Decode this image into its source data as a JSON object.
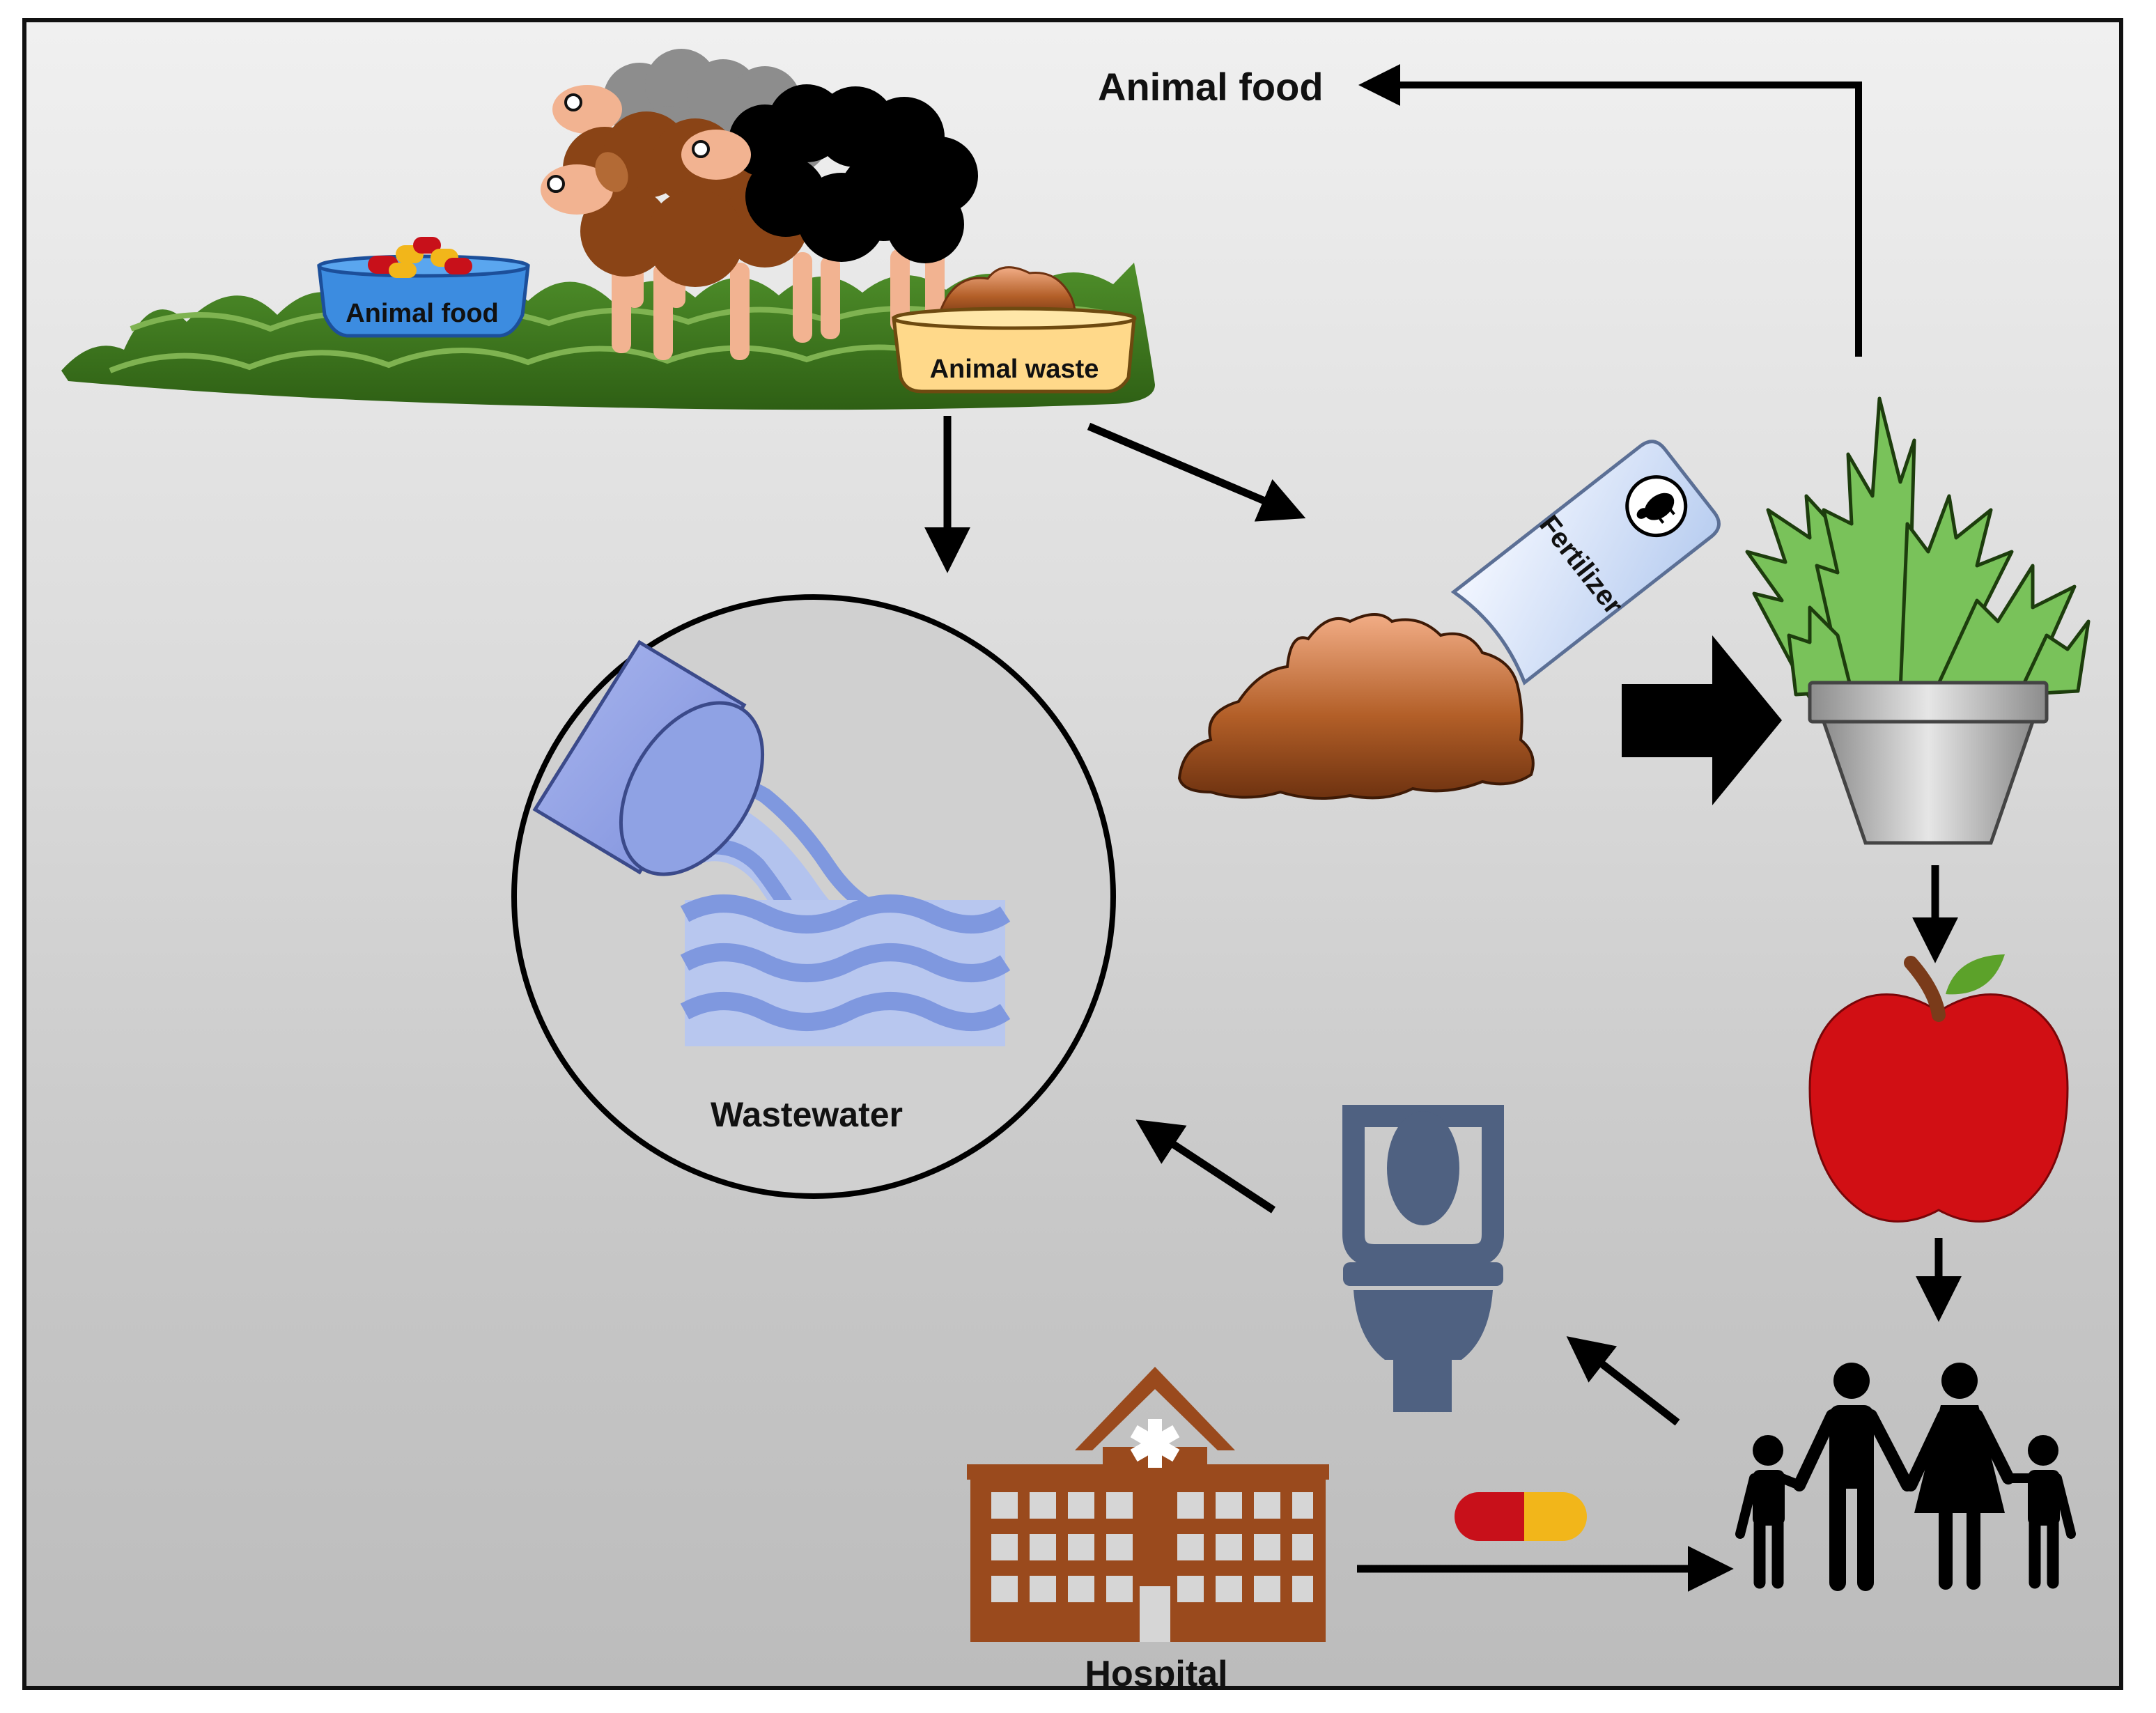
{
  "labels": {
    "animal_food_top": "Animal food",
    "animal_food_bowl": "Animal food",
    "animal_waste": "Animal waste",
    "fertilizer": "Fertilizer",
    "wastewater": "Wastewater",
    "hospital": "Hospital"
  },
  "colors": {
    "grass": "#3f7a1f",
    "manure": "#9a4e1c",
    "water": "#9aaee0",
    "toilet": "#4f6181",
    "hospital": "#9a4a1d",
    "apple": "#d10f14",
    "pill_red": "#c8101a",
    "pill_yellow": "#f2b61a"
  },
  "icons": [
    "sheep-flock-icon",
    "food-bowl-icon",
    "waste-bowl-icon",
    "fertilizer-bag-icon",
    "manure-pile-icon",
    "potted-plant-icon",
    "apple-icon",
    "family-icon",
    "hospital-icon",
    "pill-icon",
    "toilet-icon",
    "wastewater-pipe-icon"
  ]
}
